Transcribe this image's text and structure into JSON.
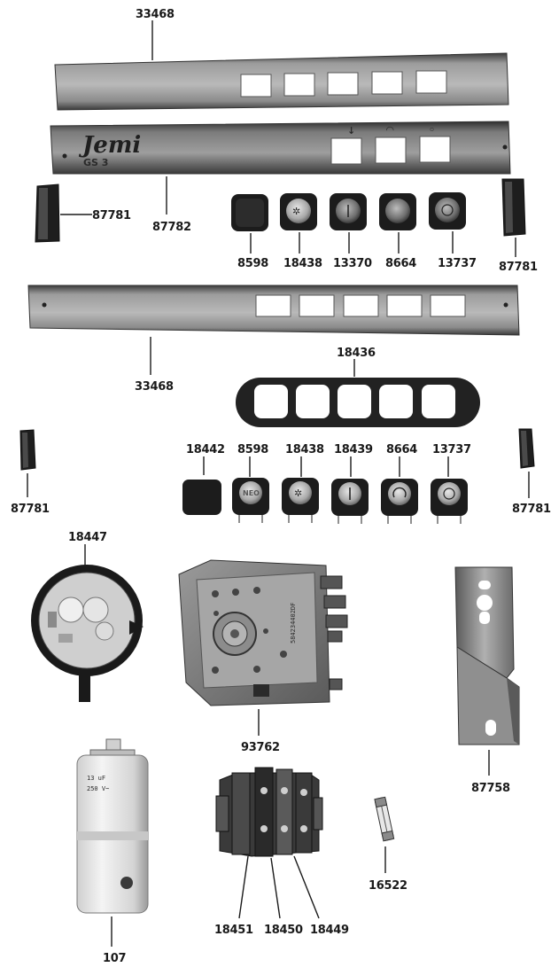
{
  "panel_top": {
    "part_no": "33468"
  },
  "panel_front": {
    "part_no": "87782",
    "brand": "Jemi",
    "model": "GS 3"
  },
  "end_caps_upper": {
    "left_no": "87781",
    "right_no": "87781"
  },
  "buttons_upper": [
    "8598",
    "18438",
    "13370",
    "8664",
    "13737"
  ],
  "panel_bottom": {
    "part_no": "33468"
  },
  "gasket": {
    "part_no": "18436"
  },
  "end_caps_lower": {
    "left_no": "87781",
    "right_no": "87781"
  },
  "buttons_lower": [
    "18442",
    "8598",
    "18438",
    "18439",
    "8664",
    "13737"
  ],
  "button_caption": "NEO",
  "pressure_switch": {
    "part_no": "18447"
  },
  "timer": {
    "part_no": "93762",
    "stamp": "584234402DF"
  },
  "bracket": {
    "part_no": "87758"
  },
  "capacitor": {
    "part_no": "107",
    "print_line_1": "13 uF",
    "print_line_2": "250 V~"
  },
  "terminal_block": {
    "part_nos": [
      "18451",
      "18450",
      "18449"
    ]
  },
  "fuse": {
    "part_no": "16522"
  }
}
